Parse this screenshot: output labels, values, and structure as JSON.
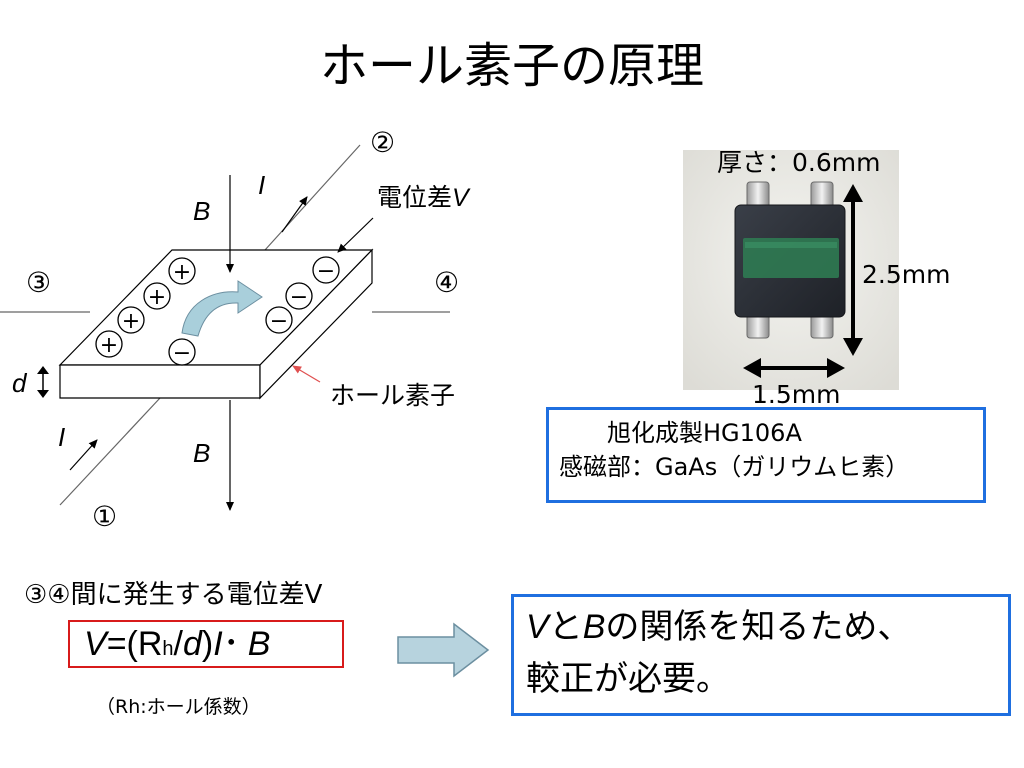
{
  "title": "ホール素子の原理",
  "diagram": {
    "terminal_1": "①",
    "terminal_2": "②",
    "terminal_3": "③",
    "terminal_4": "④",
    "current_label": "I",
    "current_label_bottom": "I",
    "field_label_top": "B",
    "field_label_bottom": "B",
    "thickness_label": "d",
    "voltage_label": "電位差",
    "voltage_symbol": "V",
    "element_label": "ホール素子",
    "plus_sign": "+",
    "minus_sign": "−"
  },
  "photo": {
    "thickness": "厚さ：0.6mm",
    "length": "2.5mm",
    "width": "1.5mm"
  },
  "info": {
    "line1": "旭化成製HG106A",
    "line2": "感磁部：GaAs（ガリウムヒ素）"
  },
  "formula": {
    "caption": "③④間に発生する電位差V",
    "v": "V",
    "eq": "=(R",
    "sub": "h",
    "slash": "/",
    "d": "d",
    "close": ")",
    "i": "I",
    "dot": "･",
    "b": "B",
    "note": "（Rh:ホール係数）"
  },
  "conclusion": {
    "v": "V",
    "to": "と",
    "b": "B",
    "rest1": "の関係を知るため、",
    "line2": "較正が必要。"
  },
  "colors": {
    "info_border": "#1f6fe0",
    "formula_border": "#d81b1b",
    "flow_arrow": "#a9cfdb"
  }
}
